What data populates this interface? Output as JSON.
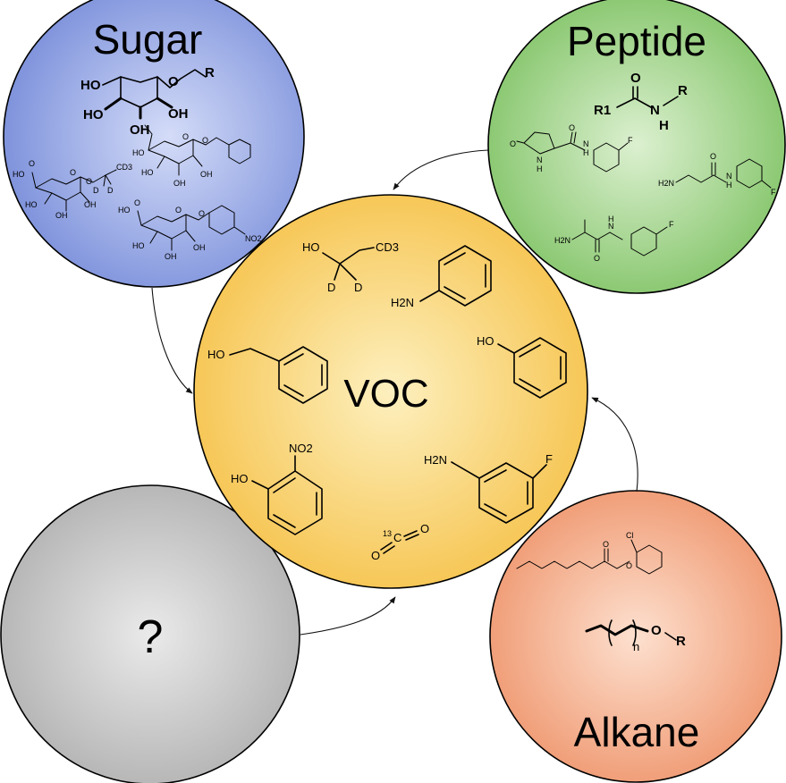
{
  "center": {
    "title": "VOC",
    "molecules": {
      "deuterated_ethanol": {
        "ho": "HO",
        "cd3": "CD3",
        "d1": "D",
        "d2": "D"
      },
      "aniline": {
        "nh2": "H2N"
      },
      "phenol": {
        "ho": "HO"
      },
      "benzyl_alcohol": {
        "ho": "HO"
      },
      "nitrophenol": {
        "ho": "HO",
        "no2": "NO2"
      },
      "fluoroaniline": {
        "nh2": "H2N",
        "f": "F"
      },
      "carbon_dioxide": {
        "isotope": "13",
        "c": "C",
        "o1": "O",
        "o2": "O"
      }
    }
  },
  "sugar": {
    "title": "Sugar",
    "general": {
      "ho1": "HO",
      "ho2": "HO",
      "oh1": "OH",
      "oh2": "OH",
      "o": "O",
      "r": "R"
    },
    "glucuronide_d": {
      "labels": [
        "HO",
        "O",
        "HO",
        "OH",
        "OH",
        "O",
        "O",
        "CD3",
        "D",
        "D"
      ]
    },
    "benzyl_glucoside": {
      "labels": [
        "HO",
        "HO",
        "OH",
        "OH",
        "O",
        "O"
      ]
    },
    "nitrophenyl_glucuronide": {
      "labels": [
        "HO",
        "O",
        "HO",
        "OH",
        "OH",
        "O",
        "O",
        "NO2"
      ]
    }
  },
  "peptide": {
    "title": "Peptide",
    "general": {
      "o": "O",
      "r1": "R1",
      "nh": "N",
      "h": "H",
      "r": "R"
    },
    "pyroglutamyl": {
      "labels": [
        "O",
        "N",
        "H",
        "O",
        "N",
        "H",
        "F"
      ]
    },
    "beta_alanyl": {
      "labels": [
        "H2N",
        "O",
        "N",
        "H",
        "F"
      ]
    },
    "alanyl": {
      "labels": [
        "H2N",
        "O",
        "N",
        "H",
        "F"
      ]
    }
  },
  "alkane": {
    "title": "Alkane",
    "ester": {
      "cl": "Cl",
      "o1": "O",
      "o2": "O"
    },
    "general": {
      "n": "n",
      "o": "O",
      "r": "R"
    }
  },
  "unknown": {
    "title": "?"
  },
  "colors": {
    "sugar": "#8ea0e2",
    "peptide": "#8fcc76",
    "alkane": "#f2a27c",
    "unknown": "#bcbcbc",
    "center": "#f8cc5a"
  }
}
